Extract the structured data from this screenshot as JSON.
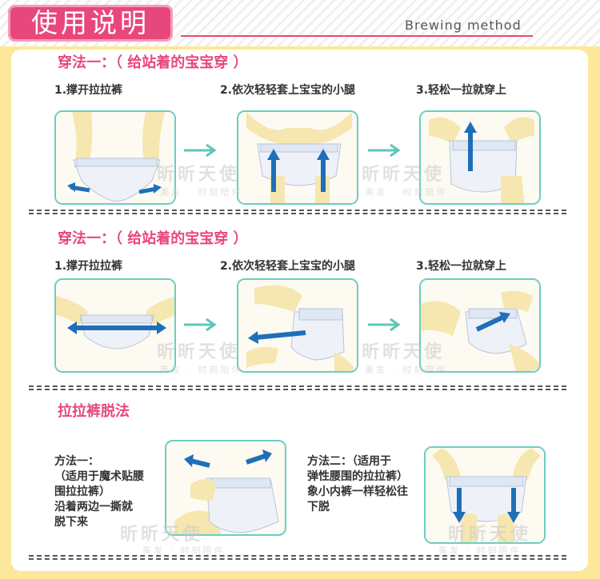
{
  "header": {
    "title": "使用说明",
    "subtitle": "Brewing method"
  },
  "section1": {
    "title": "穿法一：（ 给站着的宝宝穿 ）",
    "steps": [
      "1.撑开拉拉裤",
      "2.依次轻轻套上宝宝的小腿",
      "3.轻松一拉就穿上"
    ]
  },
  "section2": {
    "title": "穿法一：（ 给站着的宝宝穿 ）",
    "steps": [
      "1.撑开拉拉裤",
      "2.依次轻轻套上宝宝的小腿",
      "3.轻松一拉就穿上"
    ]
  },
  "section3": {
    "title": "拉拉裤脱法",
    "method1": [
      "方法一：",
      "（适用于魔术贴腰",
      "围拉拉裤）",
      "沿着两边一撕就",
      "脱下来"
    ],
    "method2": [
      "方法二：（适用于",
      "弹性腰围的拉拉裤）",
      "象小内裤一样轻松往",
      "下脱"
    ]
  },
  "watermark": {
    "brand": "昕昕天使",
    "slogan": "美发 · 时刻陪伴"
  },
  "colors": {
    "accent": "#e8477e",
    "frame_border": "#6bcdc1",
    "arrow_teal": "#5fc6b8",
    "arrow_blue": "#1f6fb8",
    "background": "#fde79a"
  }
}
